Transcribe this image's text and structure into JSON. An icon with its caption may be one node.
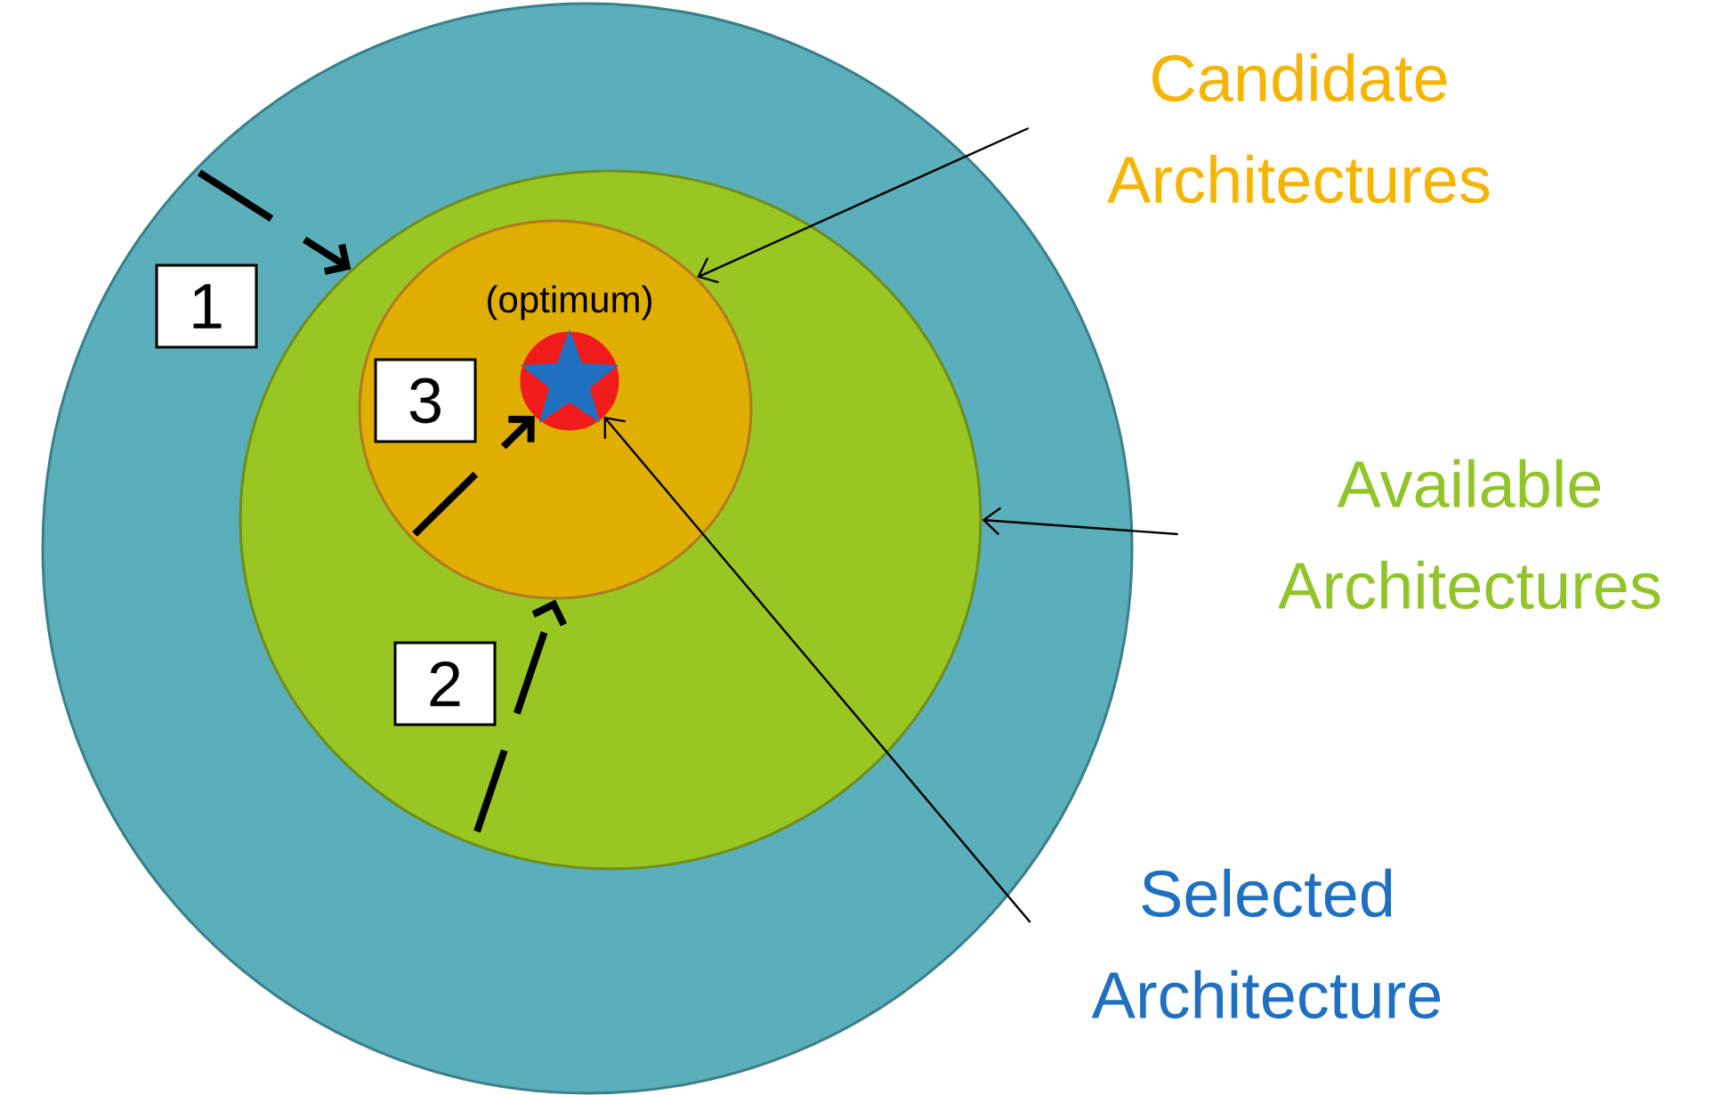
{
  "diagram": {
    "nodes": [
      {
        "text": [],
        "shape": "circle"
      },
      {
        "text": [],
        "shape": "circle",
        "in": 0
      },
      {
        "text": [],
        "shape": "circle",
        "in": 1
      },
      {
        "text": [],
        "shape": "circle",
        "in": 2,
        "beside": [
          "(optimum)"
        ]
      },
      {
        "text": [
          "1"
        ],
        "in": 0
      },
      {
        "text": [
          "3"
        ],
        "in": 2
      },
      {
        "text": [
          "2"
        ],
        "in": 1
      },
      {
        "text": [
          "Candidate Architectures"
        ]
      },
      {
        "text": [
          "Available Architectures"
        ]
      },
      {
        "text": [
          "Selected Architecture"
        ]
      }
    ],
    "edges": [
      {
        "from": 0,
        "to": 1,
        "arrow": "to",
        "style": "dashed"
      },
      {
        "from": 1,
        "to": 2,
        "arrow": "to",
        "style": "dashed"
      },
      {
        "from": 2,
        "to": 3,
        "arrow": "to",
        "style": "dashed"
      },
      {
        "from": 7,
        "to": 2,
        "arrow": "to"
      },
      {
        "from": 8,
        "to": 1,
        "arrow": "to"
      },
      {
        "from": 9,
        "to": 3,
        "arrow": "to"
      }
    ]
  }
}
